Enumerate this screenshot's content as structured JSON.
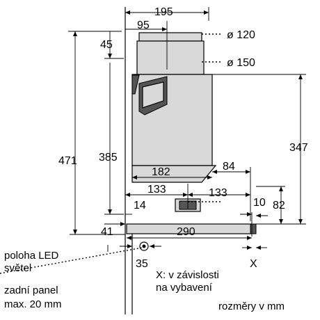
{
  "dimensions": {
    "d195": "195",
    "d95": "95",
    "d45": "45",
    "d471": "471",
    "d385": "385",
    "d347": "347",
    "d182": "182",
    "d84": "84",
    "d133_left": "133",
    "d133_right": "133",
    "d14": "14",
    "d10": "10",
    "d82": "82",
    "d41": "41",
    "d290": "290",
    "d35": "35"
  },
  "diameters": {
    "d120": "ø 120",
    "d150": "ø 150"
  },
  "labels": {
    "led_line1": "poloha LED",
    "led_line2": "světel",
    "back_line1": "zadní panel",
    "back_line2": "max. 20 mm",
    "x_mark": "X",
    "x_note_line1": "X: v závislosti",
    "x_note_line2": "na vybavení",
    "units_note": "rozměry v mm"
  },
  "colors": {
    "line": "#000000",
    "body_fill": "#d9d9d9",
    "dark_fill": "#555555"
  }
}
